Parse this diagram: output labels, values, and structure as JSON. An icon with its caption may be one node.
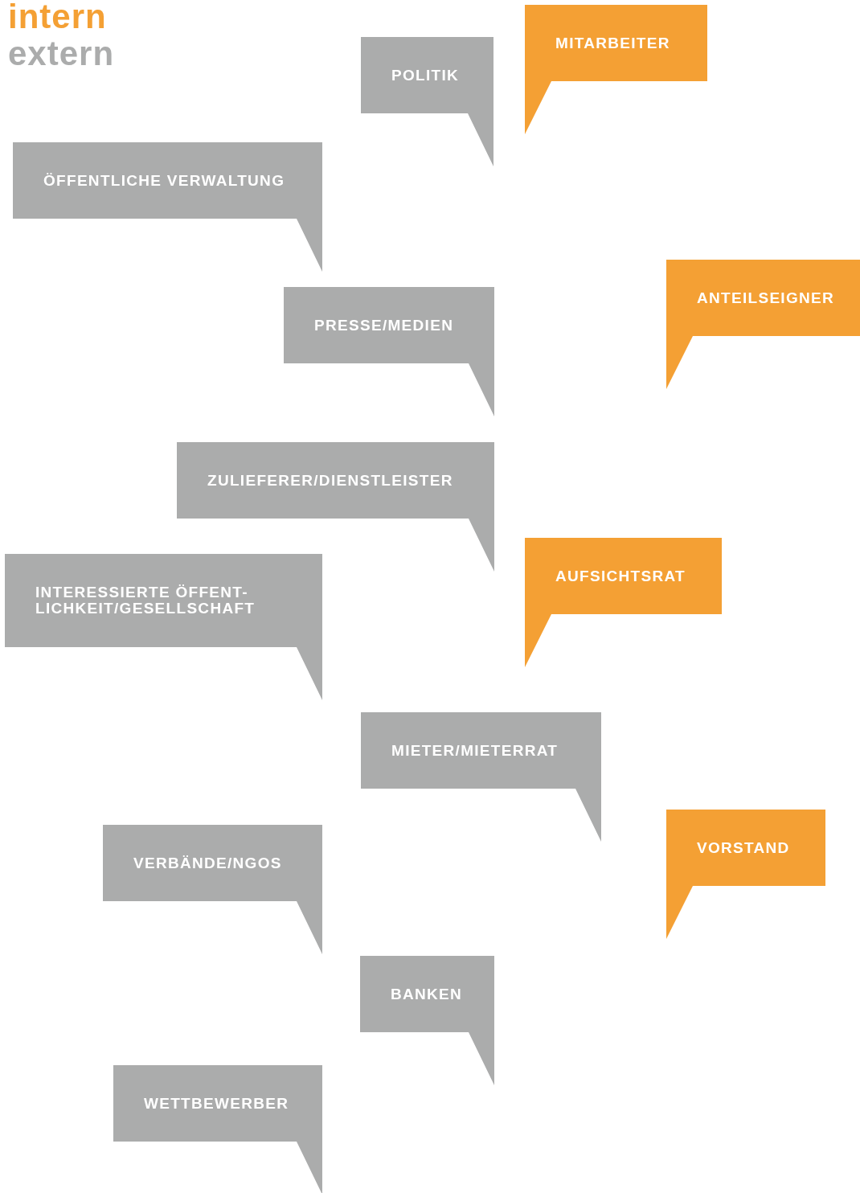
{
  "diagram": {
    "nodes": [
      {
        "text": [
          "MITARBEITER"
        ]
      },
      {
        "text": [
          "POLITIK"
        ]
      },
      {
        "text": [
          "ÖFFENTLICHE VERWALTUNG"
        ]
      },
      {
        "text": [
          "ANTEILSEIGNER"
        ]
      },
      {
        "text": [
          "PRESSE/MEDIEN"
        ]
      },
      {
        "text": [
          "ZULIEFERER/DIENSTLEISTER"
        ]
      },
      {
        "text": [
          "AUFSICHTSRAT"
        ]
      },
      {
        "text": [
          "INTERESSIERTE ÖFFENT- LICHKEIT/GESELLSCHAFT"
        ]
      },
      {
        "text": [
          "MIETER/MIETERRAT"
        ]
      },
      {
        "text": [
          "VORSTAND"
        ]
      },
      {
        "text": [
          "VERBÄNDE/NGOS"
        ]
      },
      {
        "text": [
          "BANKEN"
        ]
      },
      {
        "text": [
          "WETTBEWERBER"
        ]
      }
    ],
    "legend": [
      {
        "text": "intern",
        "color": "#f4a034"
      },
      {
        "text": "extern",
        "color": "#abacac"
      }
    ]
  }
}
